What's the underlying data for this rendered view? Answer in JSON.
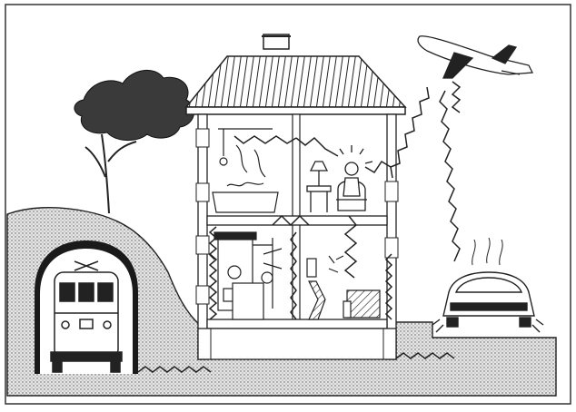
{
  "illustration": {
    "elements": [
      "tree",
      "tunnel",
      "tram",
      "house",
      "roof",
      "chimney",
      "bathroom",
      "bathtub",
      "living-room",
      "person-in-armchair",
      "table-lamp",
      "boiler-room",
      "heating-boiler",
      "second-room",
      "armchair",
      "airplane",
      "car",
      "ground-vibration",
      "airborne-noise"
    ]
  }
}
